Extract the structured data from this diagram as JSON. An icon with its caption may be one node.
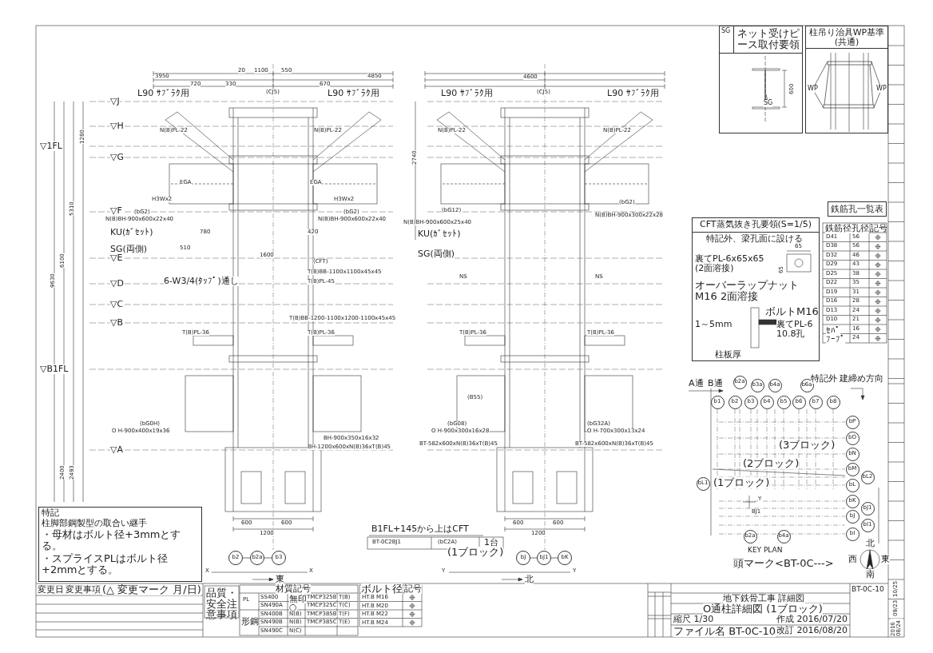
{
  "diagram": {
    "nodes": [
      {
        "text": [
          "SG",
          "ネット受けピース取付要領"
        ]
      },
      {
        "text": [
          "SG"
        ],
        "in": 0
      },
      {
        "text": [
          "柱吊り治具WP基準 (共通)"
        ]
      },
      {
        "text": [
          "WP"
        ],
        "in": 2
      },
      {
        "text": [
          "WP"
        ],
        "in": 2
      },
      {
        "text": [
          "CFT蒸気抜き孔要領(S=1/5)"
        ]
      },
      {
        "text": [
          "鉄筋孔一覧表"
        ]
      },
      {
        "text": [
          "特記",
          "柱脚部鋼製型の取合い継手",
          "・母材はボルト径+3mmとする。",
          "・スプライスPLはボルト径+2mmとする。"
        ]
      },
      {
        "text": [
          "b1"
        ]
      },
      {
        "text": [
          "b2"
        ]
      },
      {
        "text": [
          "b2a"
        ]
      },
      {
        "text": [
          "b3"
        ]
      },
      {
        "text": [
          "b3a"
        ]
      },
      {
        "text": [
          "b4"
        ]
      },
      {
        "text": [
          "b4a"
        ]
      },
      {
        "text": [
          "b5"
        ]
      },
      {
        "text": [
          "b6"
        ]
      },
      {
        "text": [
          "b6a"
        ]
      },
      {
        "text": [
          "b7"
        ]
      },
      {
        "text": [
          "b8"
        ]
      },
      {
        "text": [
          "bL1"
        ]
      },
      {
        "text": [
          "bP"
        ]
      },
      {
        "text": [
          "bO"
        ]
      },
      {
        "text": [
          "bN"
        ]
      },
      {
        "text": [
          "bM"
        ]
      },
      {
        "text": [
          "bL2"
        ]
      },
      {
        "text": [
          "bL"
        ]
      },
      {
        "text": [
          "bK"
        ]
      },
      {
        "text": [
          "bJ1"
        ]
      },
      {
        "text": [
          "bJ"
        ]
      },
      {
        "text": [
          "bI1"
        ]
      },
      {
        "text": [
          "bI"
        ]
      },
      {
        "text": [
          "b2a"
        ]
      },
      {
        "text": [
          "b4a"
        ]
      },
      {
        "text": [
          "b2"
        ]
      },
      {
        "text": [
          "b2a"
        ]
      },
      {
        "text": [
          "b3"
        ]
      },
      {
        "text": [
          "bJ"
        ]
      },
      {
        "text": [
          "bJ1"
        ]
      },
      {
        "text": [
          "bK"
        ]
      },
      {
        "text": [],
        "shape": "picture",
        "in": 2
      }
    ],
    "edges": [
      {
        "from": 1,
        "to": null,
        "arrow": "none"
      },
      {
        "from": 3,
        "to": 40,
        "arrow": "none"
      },
      {
        "from": 3,
        "to": 40,
        "arrow": "none"
      },
      {
        "from": 4,
        "to": 40,
        "arrow": "none"
      },
      {
        "from": 4,
        "to": 40,
        "arrow": "none"
      },
      {
        "from": 34,
        "to": 35,
        "arrow": "none"
      },
      {
        "from": 35,
        "to": 36,
        "arrow": "none"
      },
      {
        "from": 37,
        "to": 38,
        "arrow": "none"
      },
      {
        "from": 38,
        "to": 39,
        "arrow": "none"
      }
    ],
    "labels": [
      "20",
      "1100",
      "550",
      "3950",
      "4850",
      "720",
      "330",
      "670",
      "L90 ｻﾌﾞﾗｸ用",
      "(CJ5)",
      "L90 ｻﾌﾞﾗｸ用",
      "N(B)PL-22",
      "N(B)PL-22",
      "EGA",
      "EGA",
      "H3Wx2",
      "H3Wx2",
      "(bG2)",
      "(bG2)",
      "N(B)BH-900x600x22x40",
      "N(B)BH-900x600x22x40",
      "KU(ｶﾞｾｯﾄ)",
      "780",
      "420",
      "SG(両側)",
      "510",
      "1600",
      "(CFT)",
      "T(B)BB-1100x1100x45x45",
      "6-W3/4(ﾀｯﾌﾟ)通し",
      "T(B)PL-45",
      "T(B)BB-1200-1100x1200-1100x45x45",
      "T(B)PL-36",
      "T(B)PL-36",
      "(bG0H)",
      "O H-900x400x19x36",
      "BH-900x350x16x32",
      "BH-1200x600xN(B)36xT(B)45",
      "600",
      "600",
      "1200",
      "1280",
      "5310",
      "6100",
      "9630",
      "2400",
      "2493",
      "▽J",
      "▽H",
      "▽1FL",
      "▽G",
      "▽F",
      "▽E",
      "▽D",
      "▽C",
      "▽B",
      "▽B1FL",
      "▽A",
      "B1FL+145から上はCFT",
      "BT-0C2BJ1",
      "(bC2A)",
      "1台",
      "(1ブロック)",
      "X",
      "X",
      "東",
      "Y",
      "Y",
      "北",
      "4600",
      "L90 ｻﾌﾞﾗｸ用",
      "(CJ5)",
      "L90 ｻﾌﾞﾗｸ用",
      "N(B)PL-22",
      "N(B)PL-22",
      "2740",
      "(bG2)",
      "(bG12)",
      "N(B)BH-900x300x22x28",
      "N(B)BH-900x600x25x40",
      "KU(ｶﾞｾｯﾄ)",
      "SG(両側)",
      "NS",
      "NS",
      "T(B)PL-36",
      "T(B)PL-36",
      "(B55)",
      "(bG08)",
      "(bG32A)",
      "O H-900x300x16x28",
      "O H-700x300x13x24",
      "BT-582x600xN(B)36xT(B)45",
      "BT-582x600xN(B)36xT(B)45",
      "600",
      "600",
      "1200",
      "600",
      "特記外、梁孔面に設ける",
      "65",
      "65",
      "裏てPL-6x65x65 (2面溶接)",
      "オーバーラップナット M16 2面溶接",
      "ボルトM16",
      "1～5mm",
      "裏てPL-6 10.8孔",
      "柱板厚",
      "鉄筋径",
      "孔径",
      "記号",
      "D41",
      "56",
      "D38",
      "56",
      "D32",
      "46",
      "D29",
      "43",
      "D25",
      "38",
      "D22",
      "35",
      "D19",
      "31",
      "D16",
      "28",
      "D13",
      "24",
      "D10",
      "21",
      "ｾﾊﾟ",
      "16",
      "ﾌｰﾌﾟ",
      "24",
      "変更日",
      "変更事項",
      "(△ 変更マーク 月/日)",
      "品質・安全注意事項",
      "材質記号",
      "PL",
      "形鋼",
      "SS400",
      "無印",
      "TMCP325B",
      "T(B)",
      "SN490A",
      "○",
      "TMCP325C",
      "T(C)",
      "SN400B",
      "N(B)",
      "TMCP385B",
      "T(F)",
      "SN490B",
      "N(B)",
      "TMCP385C",
      "T(E)",
      "SN490C",
      "N(C)",
      "ボルト径",
      "記号",
      "HT.B M16",
      "HT.B M20",
      "HT.B M22",
      "HT.B M24",
      "地下鉄骨工事 詳細図",
      "O通柱詳細図 (1ブロック)",
      "縮尺 1/30",
      "ファイル名 BT-0C-10",
      "作成 2016/07/20",
      "改訂 2016/08/20",
      "BT-0C-10",
      "10/25",
      "09/23",
      "2016 08/24",
      "A通",
      "B通",
      "特記外 建締め方向",
      "(2ブロック)",
      "(3ブロック)",
      "(1ブロック)",
      "Y",
      "BJ1",
      "KEY PLAN",
      "頭マーク<BT-0C--->",
      "北",
      "西",
      "東",
      "南"
    ]
  }
}
